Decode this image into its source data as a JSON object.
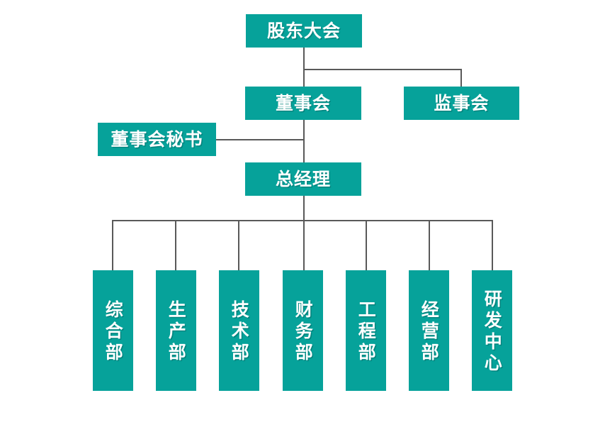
{
  "chart_data": {
    "type": "diagram",
    "title": "",
    "diagram_kind": "organizational-chart",
    "orientation": "top-down",
    "node_color": "#06A29A",
    "node_text_color": "#FFFFFF",
    "connector_color": "#595959",
    "background_color": "#FFFFFF",
    "nodes": [
      {
        "id": "shareholders",
        "label": "股东大会",
        "level": 0,
        "orientation": "horizontal"
      },
      {
        "id": "board",
        "label": "董事会",
        "level": 1,
        "orientation": "horizontal"
      },
      {
        "id": "supervisors",
        "label": "监事会",
        "level": 1,
        "orientation": "horizontal"
      },
      {
        "id": "secretary",
        "label": "董事会秘书",
        "level": 2,
        "orientation": "horizontal"
      },
      {
        "id": "general-manager",
        "label": "总经理",
        "level": 2,
        "orientation": "horizontal"
      },
      {
        "id": "dept-general-affairs",
        "label": "综合部",
        "level": 3,
        "orientation": "vertical"
      },
      {
        "id": "dept-production",
        "label": "生产部",
        "level": 3,
        "orientation": "vertical"
      },
      {
        "id": "dept-technology",
        "label": "技术部",
        "level": 3,
        "orientation": "vertical"
      },
      {
        "id": "dept-finance",
        "label": "财务部",
        "level": 3,
        "orientation": "vertical"
      },
      {
        "id": "dept-engineering",
        "label": "工程部",
        "level": 3,
        "orientation": "vertical"
      },
      {
        "id": "dept-operations",
        "label": "经营部",
        "level": 3,
        "orientation": "vertical"
      },
      {
        "id": "dept-rnd-center",
        "label": "研发中心",
        "level": 3,
        "orientation": "vertical"
      }
    ],
    "edges": [
      {
        "from": "shareholders",
        "to": "board"
      },
      {
        "from": "shareholders",
        "to": "supervisors"
      },
      {
        "from": "board",
        "to": "general-manager"
      },
      {
        "from": "board",
        "to": "secretary"
      },
      {
        "from": "general-manager",
        "to": "dept-general-affairs"
      },
      {
        "from": "general-manager",
        "to": "dept-production"
      },
      {
        "from": "general-manager",
        "to": "dept-technology"
      },
      {
        "from": "general-manager",
        "to": "dept-finance"
      },
      {
        "from": "general-manager",
        "to": "dept-engineering"
      },
      {
        "from": "general-manager",
        "to": "dept-operations"
      },
      {
        "from": "general-manager",
        "to": "dept-rnd-center"
      }
    ]
  },
  "nodes": {
    "shareholders": {
      "label": "股东大会"
    },
    "board": {
      "label": "董事会"
    },
    "supervisors": {
      "label": "监事会"
    },
    "secretary": {
      "label": "董事会秘书"
    },
    "general_manager": {
      "label": "总经理"
    },
    "departments": [
      {
        "label": "综合部"
      },
      {
        "label": "生产部"
      },
      {
        "label": "技术部"
      },
      {
        "label": "财务部"
      },
      {
        "label": "工程部"
      },
      {
        "label": "经营部"
      },
      {
        "label": "研发中心"
      }
    ]
  }
}
